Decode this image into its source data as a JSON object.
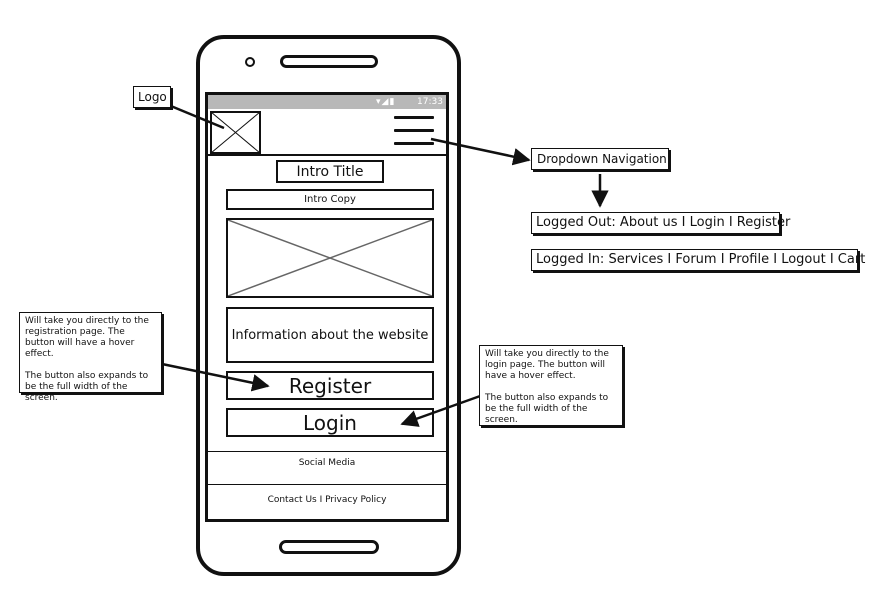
{
  "phone": {
    "status_time": "17:33",
    "status_icons": "▾◢▮",
    "intro_title": "Intro Title",
    "intro_copy": "Intro Copy",
    "info_text": "Information about the website",
    "register_label": "Register",
    "login_label": "Login",
    "footer_social": "Social Media",
    "footer_links": "Contact Us I Privacy Policy"
  },
  "annotations": {
    "logo": "Logo",
    "dropdown": "Dropdown Navigation",
    "logged_out": "Logged Out: About us I Login I Register",
    "logged_in": "Logged In: Services I Forum I Profile I Logout I Cart",
    "register_note_p1": "Will take you directly to the registration page. The button will have a hover effect.",
    "register_note_p2": "The button also expands to be the full width of the screen.",
    "login_note_p1": "Will take you directly to the login page. The button will have a hover effect.",
    "login_note_p2": "The button also expands to be the full width of the screen."
  },
  "colors": {
    "ink": "#111111",
    "statusbar": "#b8b8b8",
    "background": "#ffffff"
  },
  "icons": [
    "image-placeholder-icon",
    "hamburger-menu-icon",
    "wifi-icon",
    "signal-icon",
    "battery-icon"
  ]
}
